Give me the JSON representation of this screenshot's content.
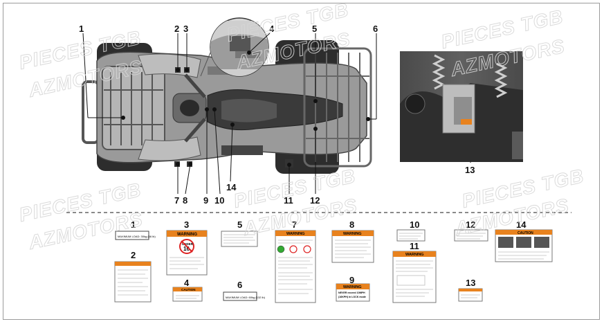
{
  "watermark": {
    "line1": "PIECES TGB",
    "line2": "AZMOTORS"
  },
  "callouts": [
    "1",
    "2",
    "3",
    "4",
    "5",
    "6",
    "7",
    "8",
    "9",
    "10",
    "11",
    "12",
    "13",
    "14"
  ],
  "labels": {
    "l1_text": "MAXIMUM LOAD: 30kg (66 lb)",
    "l3_header": "WARNING",
    "l3_under": "UNDER",
    "l3_age": "16",
    "l4_header": "CAUTION",
    "l6_text": "MAXIMUM LOAD: 60kg (132 lb)",
    "l7_header": "WARNING",
    "l8_header": "WARNING",
    "l9_header": "WARNING",
    "l9_line1": "NEVER exceed 10MPH",
    "l9_line2": "(16KPH) in LOCK mode",
    "l11_header": "WARNING",
    "l14_header": "CAUTION"
  },
  "colors": {
    "warning_orange": "#e8821e",
    "callout": "#111111",
    "watermark": "#d6d6d6"
  }
}
